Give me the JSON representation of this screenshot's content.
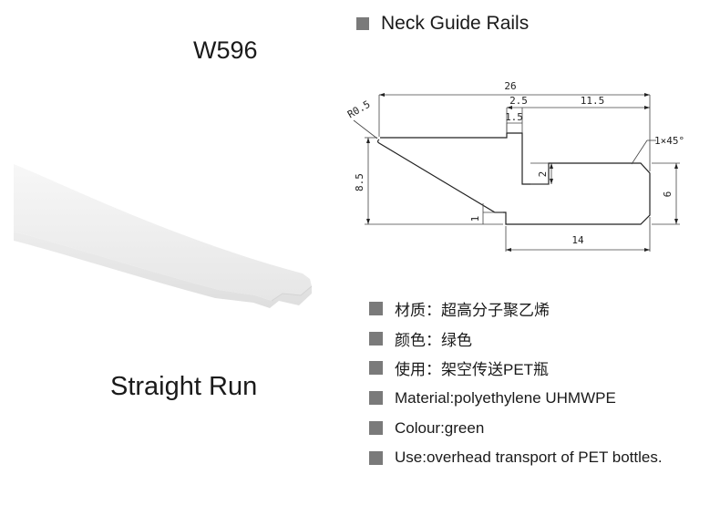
{
  "model": "W596",
  "header": {
    "title": "Neck Guide Rails",
    "bullet_color": "#7a7a7a"
  },
  "product_image": {
    "caption": "Straight Run",
    "color": "#ececec"
  },
  "drawing": {
    "dim_26": "26",
    "dim_2_5": "2.5",
    "dim_11_5": "11.5",
    "dim_1_5": "1.5",
    "dim_r0_5": "R0.5",
    "dim_chamfer": "1×45°",
    "dim_8_5": "8.5",
    "dim_2": "2",
    "dim_6": "6",
    "dim_1": "1",
    "dim_14": "14"
  },
  "specs": [
    {
      "text": "材质：超高分子聚乙烯"
    },
    {
      "text": "颜色：绿色"
    },
    {
      "text": "使用：架空传送PET瓶"
    },
    {
      "text": "Material:polyethylene UHMWPE"
    },
    {
      "text": "Colour:green"
    },
    {
      "text": "Use:overhead transport of PET bottles."
    }
  ]
}
